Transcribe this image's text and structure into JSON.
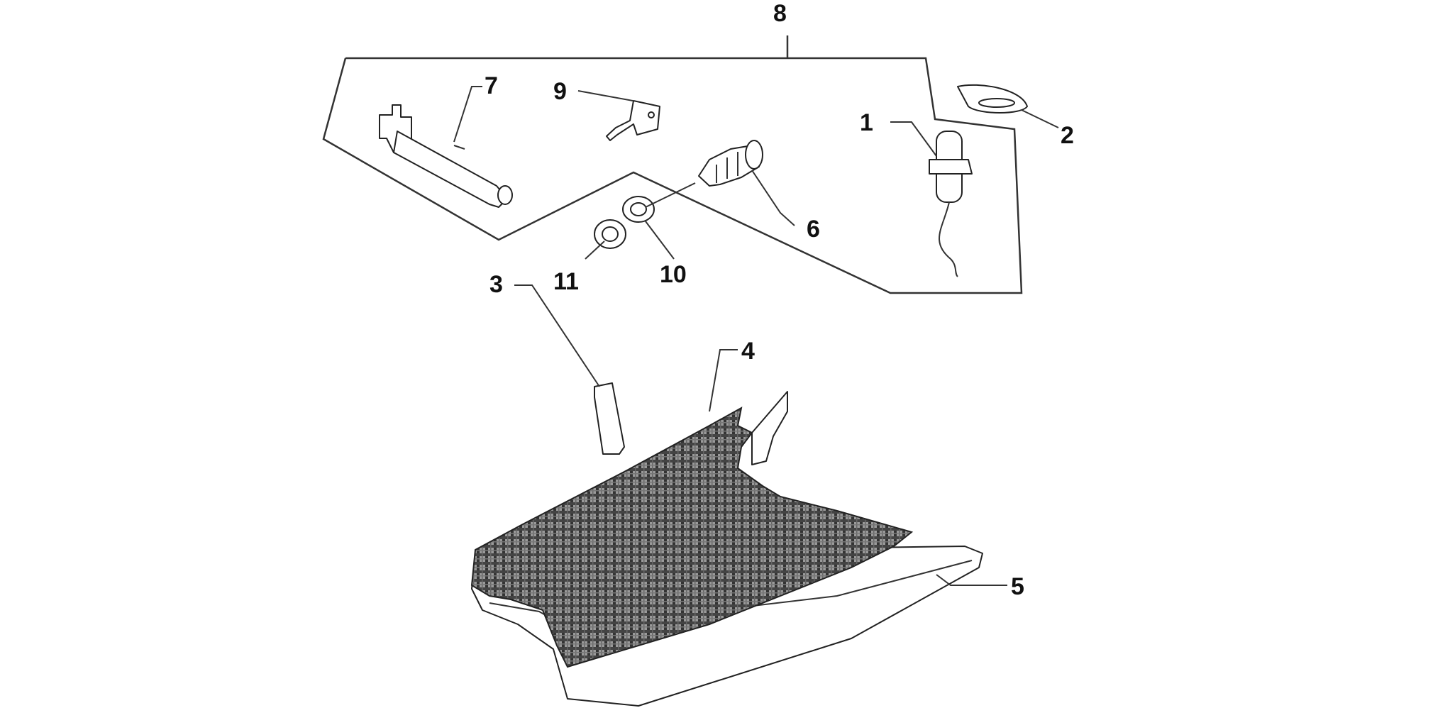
{
  "diagram": {
    "callouts": [
      {
        "id": "c1",
        "label": "1"
      },
      {
        "id": "c2",
        "label": "2"
      },
      {
        "id": "c3",
        "label": "3"
      },
      {
        "id": "c4",
        "label": "4"
      },
      {
        "id": "c5",
        "label": "5"
      },
      {
        "id": "c6",
        "label": "6"
      },
      {
        "id": "c7",
        "label": "7"
      },
      {
        "id": "c8",
        "label": "8"
      },
      {
        "id": "c9",
        "label": "9"
      },
      {
        "id": "c10",
        "label": "10"
      },
      {
        "id": "c11",
        "label": "11"
      }
    ],
    "colors": {
      "line": "#222222",
      "background": "#ffffff",
      "mat_fill": "#555555"
    }
  }
}
